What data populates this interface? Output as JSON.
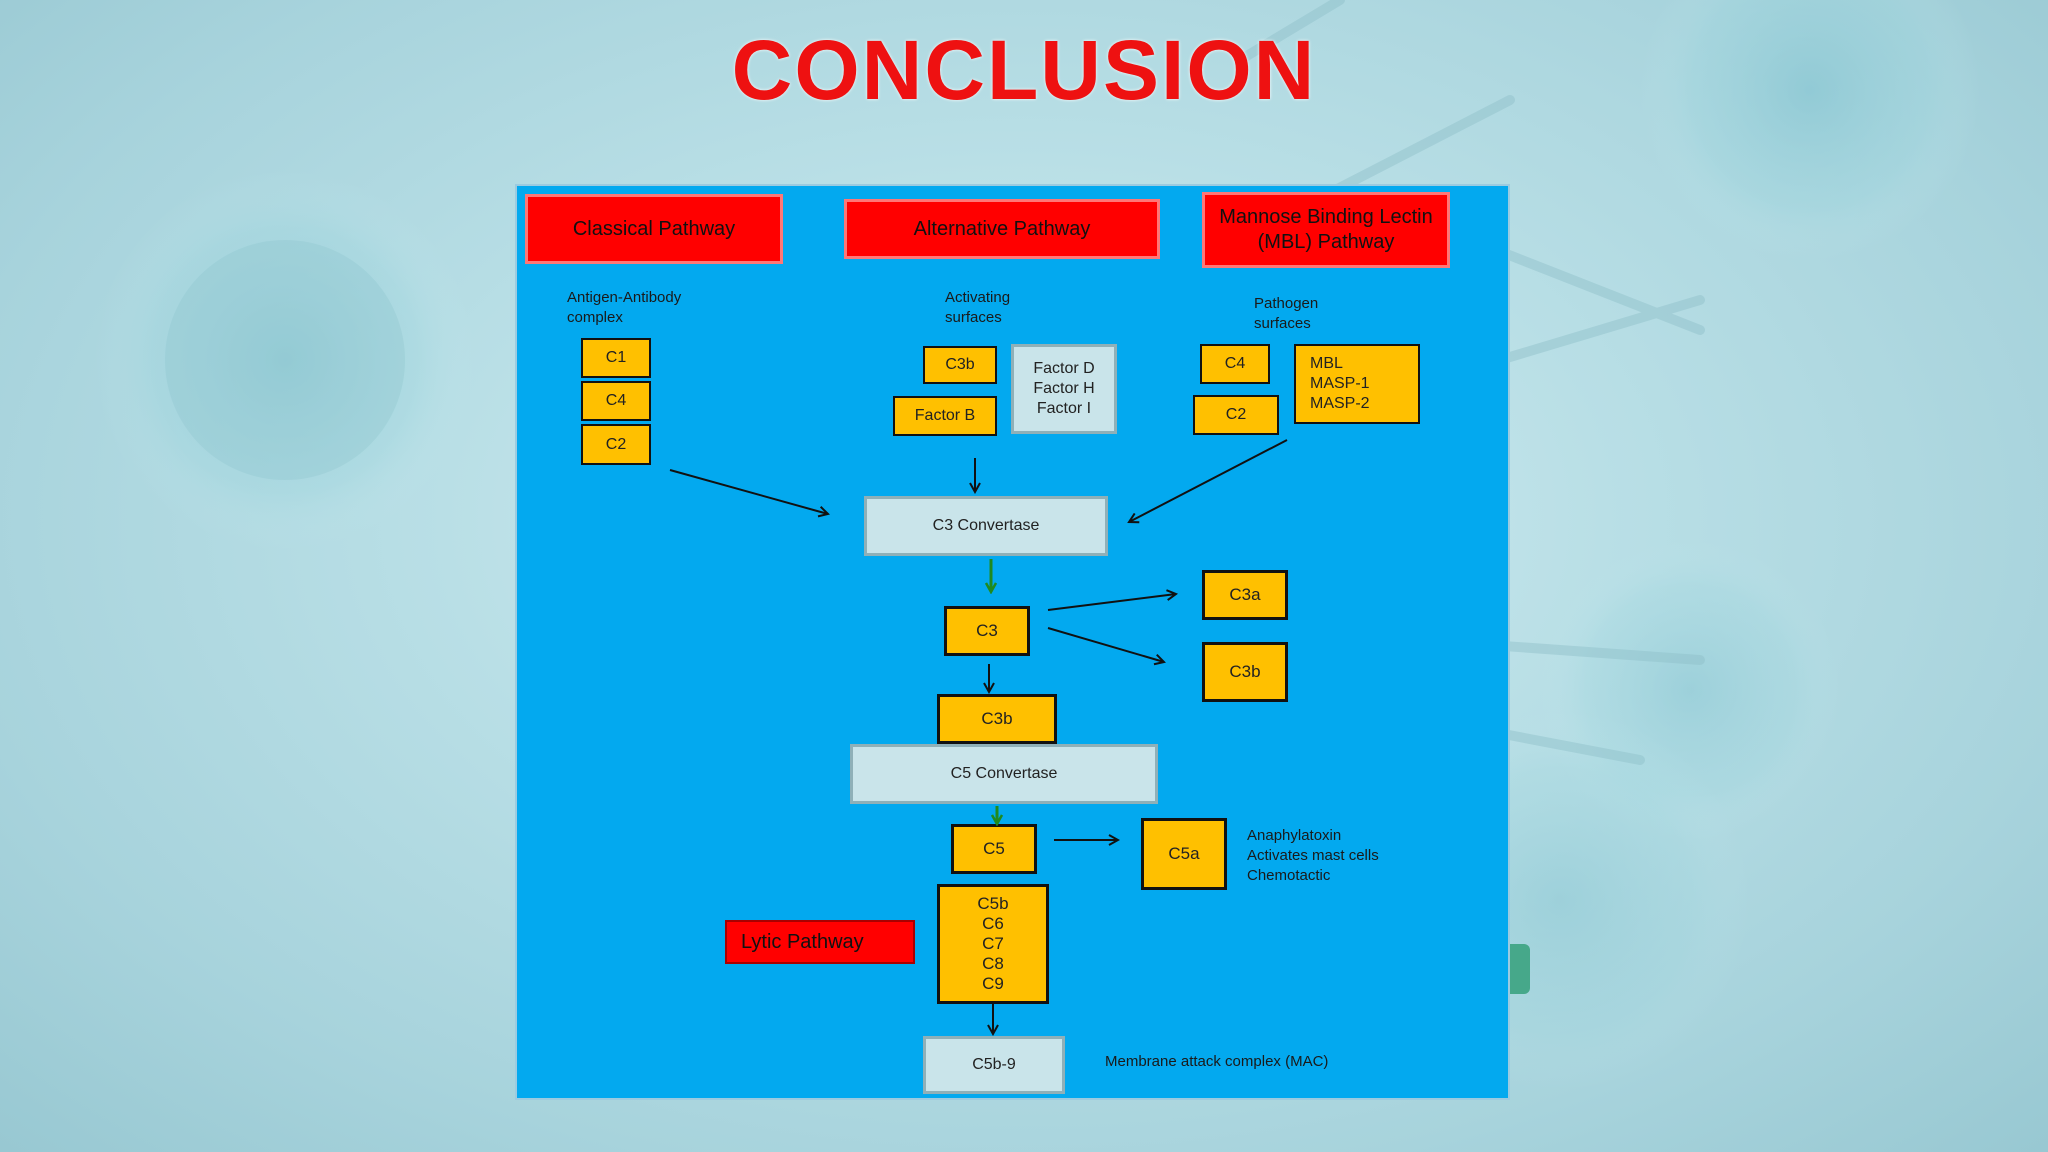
{
  "slide": {
    "title": "CONCLUSION"
  },
  "pathways": {
    "classical": {
      "title": "Classical Pathway",
      "source": "Antigen-Antibody\ncomplex",
      "components": [
        "C1",
        "C4",
        "C2"
      ]
    },
    "alternative": {
      "title": "Alternative Pathway",
      "source": "Activating\nsurfaces",
      "c3b": "C3b",
      "factor_b": "Factor B",
      "factors": "Factor D\nFactor H\nFactor I"
    },
    "mbl": {
      "title": "Mannose Binding Lectin\n(MBL) Pathway",
      "source": "Pathogen\nsurfaces",
      "c4": "C4",
      "c2": "C2",
      "proteins": "MBL\nMASP-1\nMASP-2"
    }
  },
  "cascade": {
    "c3_convertase": "C3 Convertase",
    "c3": "C3",
    "c3a": "C3a",
    "c3b_side": "C3b",
    "c3b_main": "C3b",
    "c5_convertase": "C5 Convertase",
    "c5": "C5",
    "c5a": "C5a",
    "c5a_notes": "Anaphylatoxin\nActivates  mast cells\nChemotactic",
    "lytic_pathway": "Lytic Pathway",
    "mac_components": "C5b\nC6\nC7\nC8\nC9",
    "c5b9": "C5b-9",
    "mac_label": "Membrane  attack  complex  (MAC)"
  },
  "colors": {
    "panel": "#03a9ef",
    "pathway_header": "#ff0000",
    "component": "#ffc000",
    "convertase": "#c9e4ea",
    "title": "#ee1111",
    "green_arrow": "#1f8a1f"
  }
}
